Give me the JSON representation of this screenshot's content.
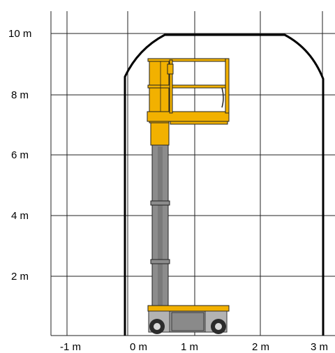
{
  "y_axis": {
    "unit": "m",
    "ticks": [
      "2 m",
      "4 m",
      "6 m",
      "8 m",
      "10 m"
    ]
  },
  "x_axis": {
    "unit": "m",
    "ticks": [
      "-1 m",
      "0 m",
      "1 m",
      "2 m",
      "3 m"
    ]
  },
  "colors": {
    "grid": "#222222",
    "envelope": "#000000",
    "machine_yellow": "#F2B100",
    "mast_grey": "#8C8C8C",
    "chassis_grey": "#9A9A9A",
    "wheel": "#2b2b2b"
  },
  "icons": {
    "machine": "vertical-mast-lift-icon"
  }
}
